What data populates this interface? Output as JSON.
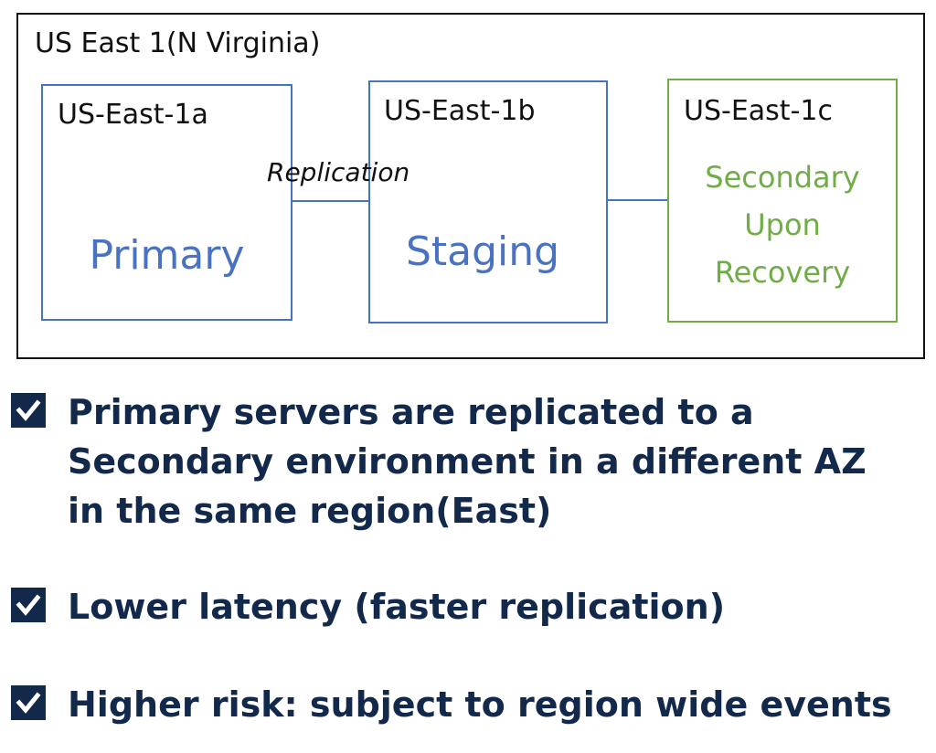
{
  "region": {
    "title": "US East 1(N Virginia)"
  },
  "zones": [
    {
      "name": "US-East-1a",
      "role": "Primary"
    },
    {
      "name": "US-East-1b",
      "role": "Staging"
    },
    {
      "name": "US-East-1c",
      "role_lines": [
        "Secondary",
        "Upon",
        "Recovery"
      ]
    }
  ],
  "connectors": {
    "replication_label": "Replication"
  },
  "colors": {
    "az_border_blue": "#4472c4",
    "az_border_green": "#70ad47",
    "role_blue": "#4a72c2",
    "role_green": "#70ad47",
    "bullet_navy": "#13294b"
  },
  "bullets": [
    {
      "icon": "checkbox-checked-icon",
      "text": "Primary servers are replicated to a Secondary environment in a different AZ in the same region(East)"
    },
    {
      "icon": "checkbox-checked-icon",
      "text": "Lower latency (faster replication)"
    },
    {
      "icon": "checkbox-checked-icon",
      "text": "Higher risk: subject to region wide events"
    }
  ]
}
